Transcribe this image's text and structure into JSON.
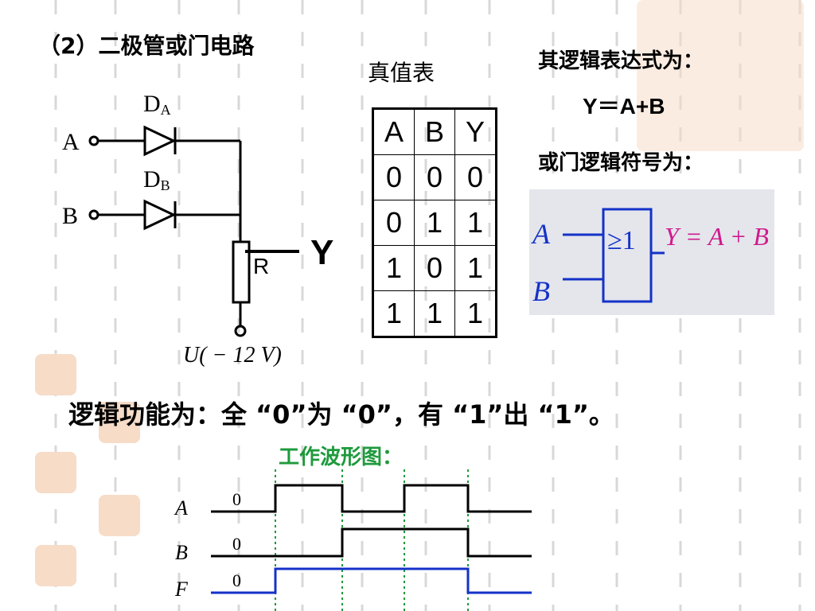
{
  "slide": {
    "title": "（2）二极管或门电路",
    "truth_table_caption": "真值表",
    "expression_label": "其逻辑表达式为：",
    "expression": "Y＝A+B",
    "symbol_label": "或门逻辑符号为：",
    "function_text": "逻辑功能为：全 “0”为 “0”，有 “1”出 “1”。"
  },
  "circuit": {
    "diode_a_label": "D",
    "diode_a_sub": "A",
    "diode_b_label": "D",
    "diode_b_sub": "B",
    "input_a": "A",
    "input_b": "B",
    "resistor": "R",
    "output": "Y",
    "supply": "U( − 12 V)"
  },
  "truth_table": {
    "headers": [
      "A",
      "B",
      "Y"
    ],
    "rows": [
      [
        "0",
        "0",
        "0"
      ],
      [
        "0",
        "1",
        "1"
      ],
      [
        "1",
        "0",
        "1"
      ],
      [
        "1",
        "1",
        "1"
      ]
    ]
  },
  "or_symbol": {
    "input_a": "A",
    "input_b": "B",
    "gate": "≥1",
    "output": "Y = A + B"
  },
  "waveform": {
    "title": "工作波形图：",
    "signals": [
      {
        "name": "A",
        "initial": "0"
      },
      {
        "name": "B",
        "initial": "0"
      },
      {
        "name": "F",
        "initial": "0"
      }
    ]
  },
  "colors": {
    "green_title": "#1e9a3c",
    "blue": "#1432c8",
    "magenta": "#d01a8c",
    "seal": "#f7dcc8"
  }
}
